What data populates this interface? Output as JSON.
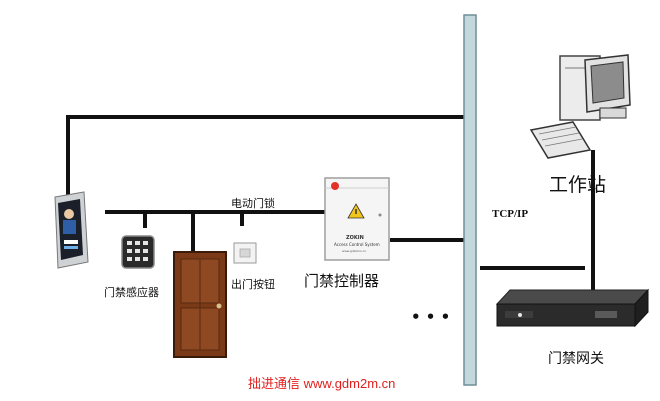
{
  "labels": {
    "electric_lock": "电动门锁",
    "card_reader": "门禁感应器",
    "exit_button": "出门按钮",
    "controller": "门禁控制器",
    "workstation": "工作站",
    "protocol": "TCP/IP",
    "gateway": "门禁网关",
    "ellipsis": "• • •"
  },
  "controller_box": {
    "brand": "ZOKIN",
    "subtitle": "Access Control System",
    "site": "www.gdzokin.cn"
  },
  "footer": {
    "company": "拙进通信",
    "url": "www.gdm2m.cn"
  },
  "colors": {
    "wire": "#111111",
    "bus_fill": "#c3d7dc",
    "bus_stroke": "#6f8f98",
    "footer_text": "#e0201d",
    "door_wood": "#7a3a18",
    "server_body": "#2b2b2b"
  }
}
